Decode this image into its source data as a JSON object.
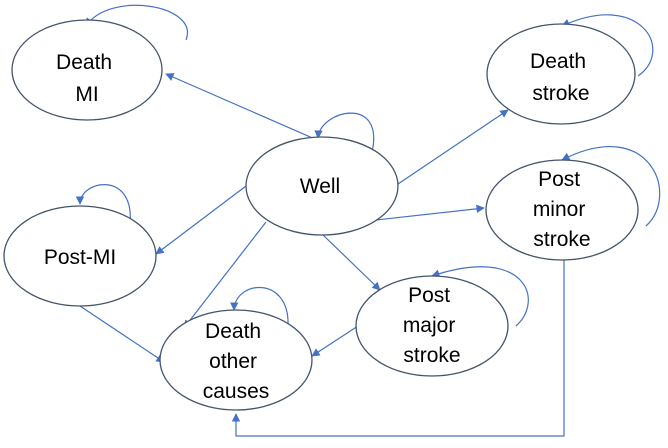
{
  "states": {
    "death_mi": {
      "lines": [
        "Death",
        "MI"
      ]
    },
    "death_stroke": {
      "lines": [
        "Death",
        "stroke"
      ]
    },
    "well": {
      "lines": [
        "Well"
      ]
    },
    "post_minor_stroke": {
      "lines": [
        "Post",
        "minor",
        "stroke"
      ]
    },
    "post_mi": {
      "lines": [
        "Post-MI"
      ]
    },
    "death_other_causes": {
      "lines": [
        "Death",
        "other",
        "causes"
      ]
    },
    "post_major_stroke": {
      "lines": [
        "Post",
        "major",
        "stroke"
      ]
    }
  },
  "transitions": [
    {
      "from": "well",
      "to": "death_mi"
    },
    {
      "from": "well",
      "to": "death_stroke"
    },
    {
      "from": "well",
      "to": "post_minor_stroke"
    },
    {
      "from": "well",
      "to": "post_mi"
    },
    {
      "from": "well",
      "to": "death_other_causes"
    },
    {
      "from": "well",
      "to": "post_major_stroke"
    },
    {
      "from": "post_mi",
      "to": "death_other_causes"
    },
    {
      "from": "post_major_stroke",
      "to": "death_other_causes"
    },
    {
      "from": "post_minor_stroke",
      "to": "death_other_causes"
    },
    {
      "from": "death_mi",
      "to": "death_mi"
    },
    {
      "from": "death_stroke",
      "to": "death_stroke"
    },
    {
      "from": "well",
      "to": "well"
    },
    {
      "from": "post_minor_stroke",
      "to": "post_minor_stroke"
    },
    {
      "from": "post_mi",
      "to": "post_mi"
    },
    {
      "from": "death_other_causes",
      "to": "death_other_causes"
    },
    {
      "from": "post_major_stroke",
      "to": "post_major_stroke"
    }
  ],
  "colors": {
    "edge": "#4472C4",
    "node_outline": "#44546A"
  }
}
